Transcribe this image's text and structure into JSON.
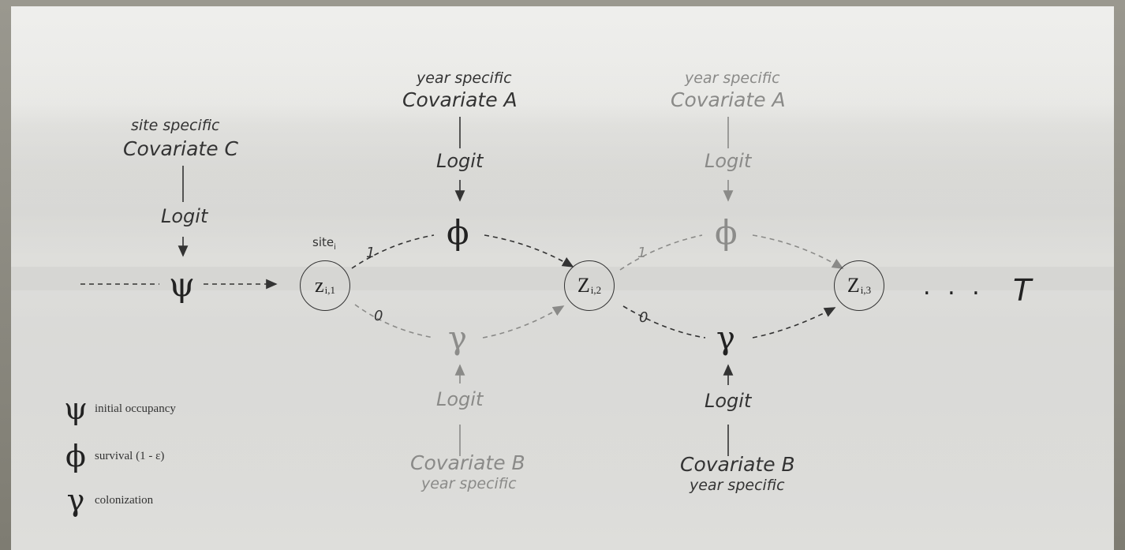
{
  "covariate_c": {
    "qualifier": "site specific",
    "name": "Covariate C"
  },
  "covariate_a1": {
    "qualifier": "year specific",
    "name": "Covariate A"
  },
  "covariate_a2": {
    "qualifier": "year specific",
    "name": "Covariate A"
  },
  "covariate_b1": {
    "name": "Covariate B",
    "qualifier": "year specific"
  },
  "covariate_b2": {
    "name": "Covariate B",
    "qualifier": "year specific"
  },
  "logit_label": "Logit",
  "symbols": {
    "psi": "ψ",
    "phi": "ϕ",
    "gamma": "γ"
  },
  "site_label": "site",
  "site_subscript": "i",
  "nodes": [
    {
      "letter": "z",
      "subscript": "i,1"
    },
    {
      "letter": "Z",
      "subscript": "i,2"
    },
    {
      "letter": "Z",
      "subscript": "i,3"
    }
  ],
  "edge_labels": {
    "one": "1",
    "zero": "0"
  },
  "ellipsis": ". . .",
  "terminal": "T",
  "legend": [
    {
      "symbol": "ψ",
      "text": "initial occupancy"
    },
    {
      "symbol": "ϕ",
      "text": "survival (1 - ε)"
    },
    {
      "symbol": "γ",
      "text": "colonization"
    }
  ],
  "colors": {
    "dark": "#333333",
    "faded": "#8a8a88",
    "background": "#e6e6e3"
  }
}
